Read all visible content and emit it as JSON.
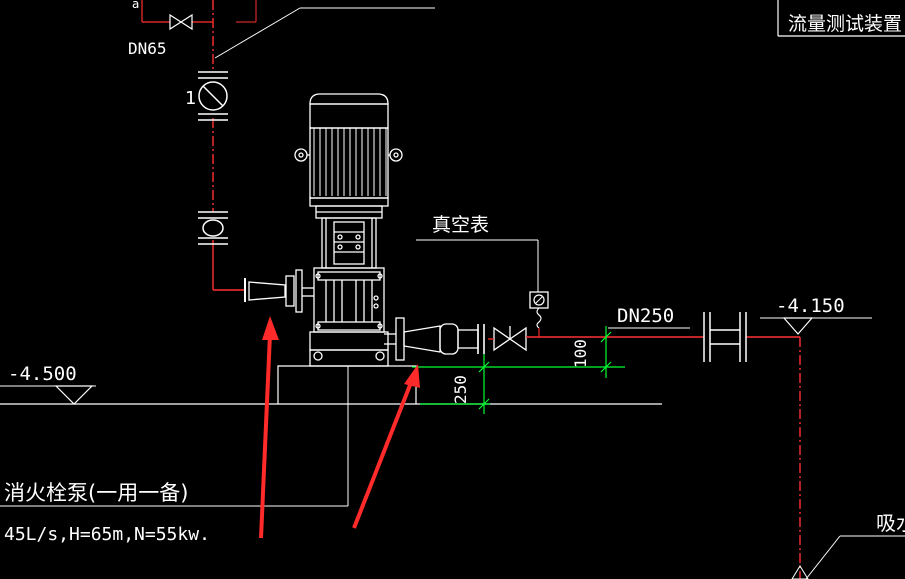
{
  "labels": {
    "top_dn": "DN65",
    "valve_number": "1",
    "vacuum_gauge": "真空表",
    "dn_main": "DN250",
    "elev_right": "-4.150",
    "elev_left": "-4.500",
    "dim_100": "100",
    "dim_250": "250",
    "pump_title": "消火栓泵(一用一备)",
    "pump_spec": "45L/s,H=65m,N=55kw.",
    "flow_test": "流量测试装置",
    "suction_partial": "吸水"
  },
  "colors": {
    "pipe": "#ff3030",
    "outline": "#ffffff",
    "dimension": "#00ff33",
    "annotation_arrow": "#ff2a2a",
    "background": "#000000"
  }
}
